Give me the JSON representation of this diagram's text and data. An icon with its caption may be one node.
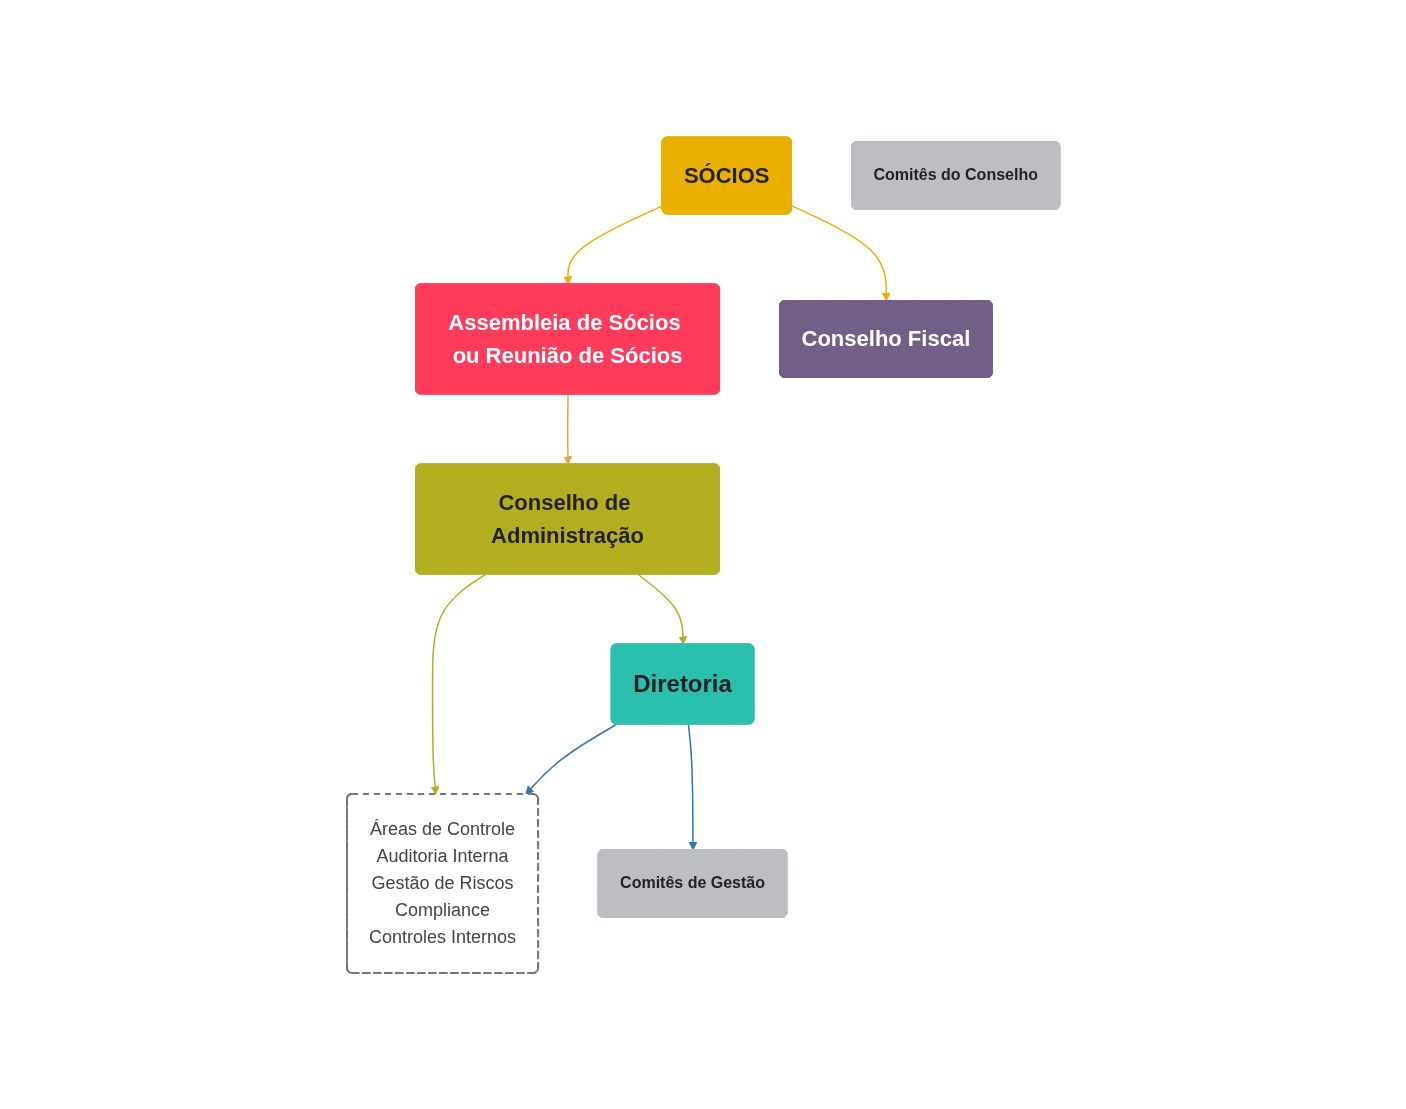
{
  "diagram": {
    "nodes": [
      {
        "text": [
          "SÓCIOS"
        ]
      },
      {
        "text": [
          "Assembleia de Sócios ou Reunião de Sócios"
        ]
      },
      {
        "text": [
          "Conselho Fiscal"
        ]
      },
      {
        "text": [
          "Conselho de Administração"
        ]
      },
      {
        "text": [
          "Comitês do Conselho"
        ]
      },
      {
        "text": [
          "Áreas de Controle",
          "Auditoria Interna",
          "Gestão de Riscos",
          "Compliance",
          "Controles Internos"
        ]
      },
      {
        "text": [
          "Diretoria"
        ]
      },
      {
        "text": [
          "Comitês de Gestão"
        ]
      }
    ],
    "edges": [
      {
        "from": 0,
        "to": 1,
        "arrow": "to",
        "color": "#eab000"
      },
      {
        "from": 0,
        "to": 2,
        "arrow": "to",
        "color": "#eab000"
      },
      {
        "from": 1,
        "to": 3,
        "arrow": "to",
        "color": "#f0a040"
      },
      {
        "from": 3,
        "to": 5,
        "arrow": "to",
        "color": "#b3ae1f"
      },
      {
        "from": 3,
        "to": 6,
        "arrow": "to",
        "color": "#b3ae1f"
      },
      {
        "from": 6,
        "to": 7,
        "arrow": "to",
        "color": "#2f73b8"
      },
      {
        "from": 6,
        "to": 5,
        "arrow": "to",
        "color": "#2f73b8"
      }
    ]
  }
}
